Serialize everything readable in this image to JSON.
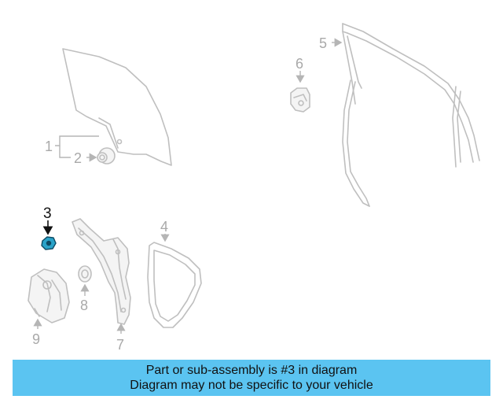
{
  "callouts": {
    "c1": "1",
    "c2": "2",
    "c3": "3",
    "c4": "4",
    "c5": "5",
    "c6": "6",
    "c7": "7",
    "c8": "8",
    "c9": "9"
  },
  "highlighted_part": "3",
  "colors": {
    "banner_background": "#5bc4f1",
    "part_stroke": "#bfbfbf",
    "highlight_part_fill": "#2aa3c9",
    "highlight_label": "#111111"
  },
  "banner": {
    "line1": "Part or sub-assembly is #3 in diagram",
    "line2": "Diagram may not be specific to your vehicle"
  }
}
